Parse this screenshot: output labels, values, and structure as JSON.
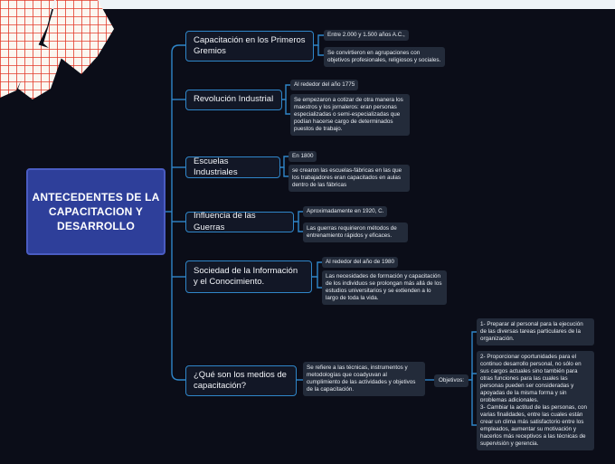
{
  "root": {
    "label": "ANTECEDENTES DE LA CAPACITACION Y DESARROLLO"
  },
  "topics": [
    {
      "label": "Capacitación en los Primeros Gremios",
      "notes": [
        "Entre 2.000 y 1.500 años A.C.,",
        "Se convirtieron en agrupaciones con objetivos profesionales, religiosos y sociales."
      ]
    },
    {
      "label": "Revolución Industrial",
      "notes": [
        "Al rededor del año 1775",
        "Se empezaron a cotizar de otra manera los maestros y los jornaleros: eran personas especializadas o semi-especializadas que podían hacerse cargo de determinados puestos de trabajo."
      ]
    },
    {
      "label": "Escuelas Industriales",
      "notes": [
        "En 1800",
        "se crearon las escuelas-fábricas en las que los trabajadores eran capacitados en aulas dentro de las fábricas"
      ]
    },
    {
      "label": "Influencia de las Guerras",
      "notes": [
        "Aproximadamente en 1920, C.",
        "Las guerras requirieron métodos de entrenamiento rápidos y eficaces."
      ]
    },
    {
      "label": "Sociedad de la Información y el Conocimiento.",
      "notes": [
        "Al rededor del año de 1980",
        "Las necesidades de formación y capacitación de los individuos se prolongan más allá de los estudios universitarios y se extienden a lo largo de toda la vida."
      ]
    },
    {
      "label": "¿Qué son los medios de capacitación?",
      "notes": [
        "Se refiere a las técnicas, instrumentos y metodologías que coadyuvan al cumplimiento de las actividades y objetivos de la capacitación."
      ]
    }
  ],
  "objectives": {
    "label": "Objetivos:",
    "items": [
      "1- Preparar al personal para la ejecución de las diversas tareas particulares de la organización.",
      "2- Proporcionar oportunidades para el continuo desarrollo personal, no sólo en sus cargos actuales sino también para otras funciones para las cuales las personas pueden ser consideradas y apoyadas de la misma forma y sin problemas adicionales.",
      "3- Cambiar la actitud de las personas, con varias finalidades, entre las cuales están crear un clima más satisfactorio entre los empleados, aumentar su motivación y hacerlos más receptivos a las técnicas de supervisión y gerencia."
    ]
  },
  "colors": {
    "background": "#0b0d18",
    "root_fill": "#2e3f9a",
    "connector": "#2f86c9",
    "note_fill": "#232b3a",
    "paper_grid": "#e33b2a"
  }
}
